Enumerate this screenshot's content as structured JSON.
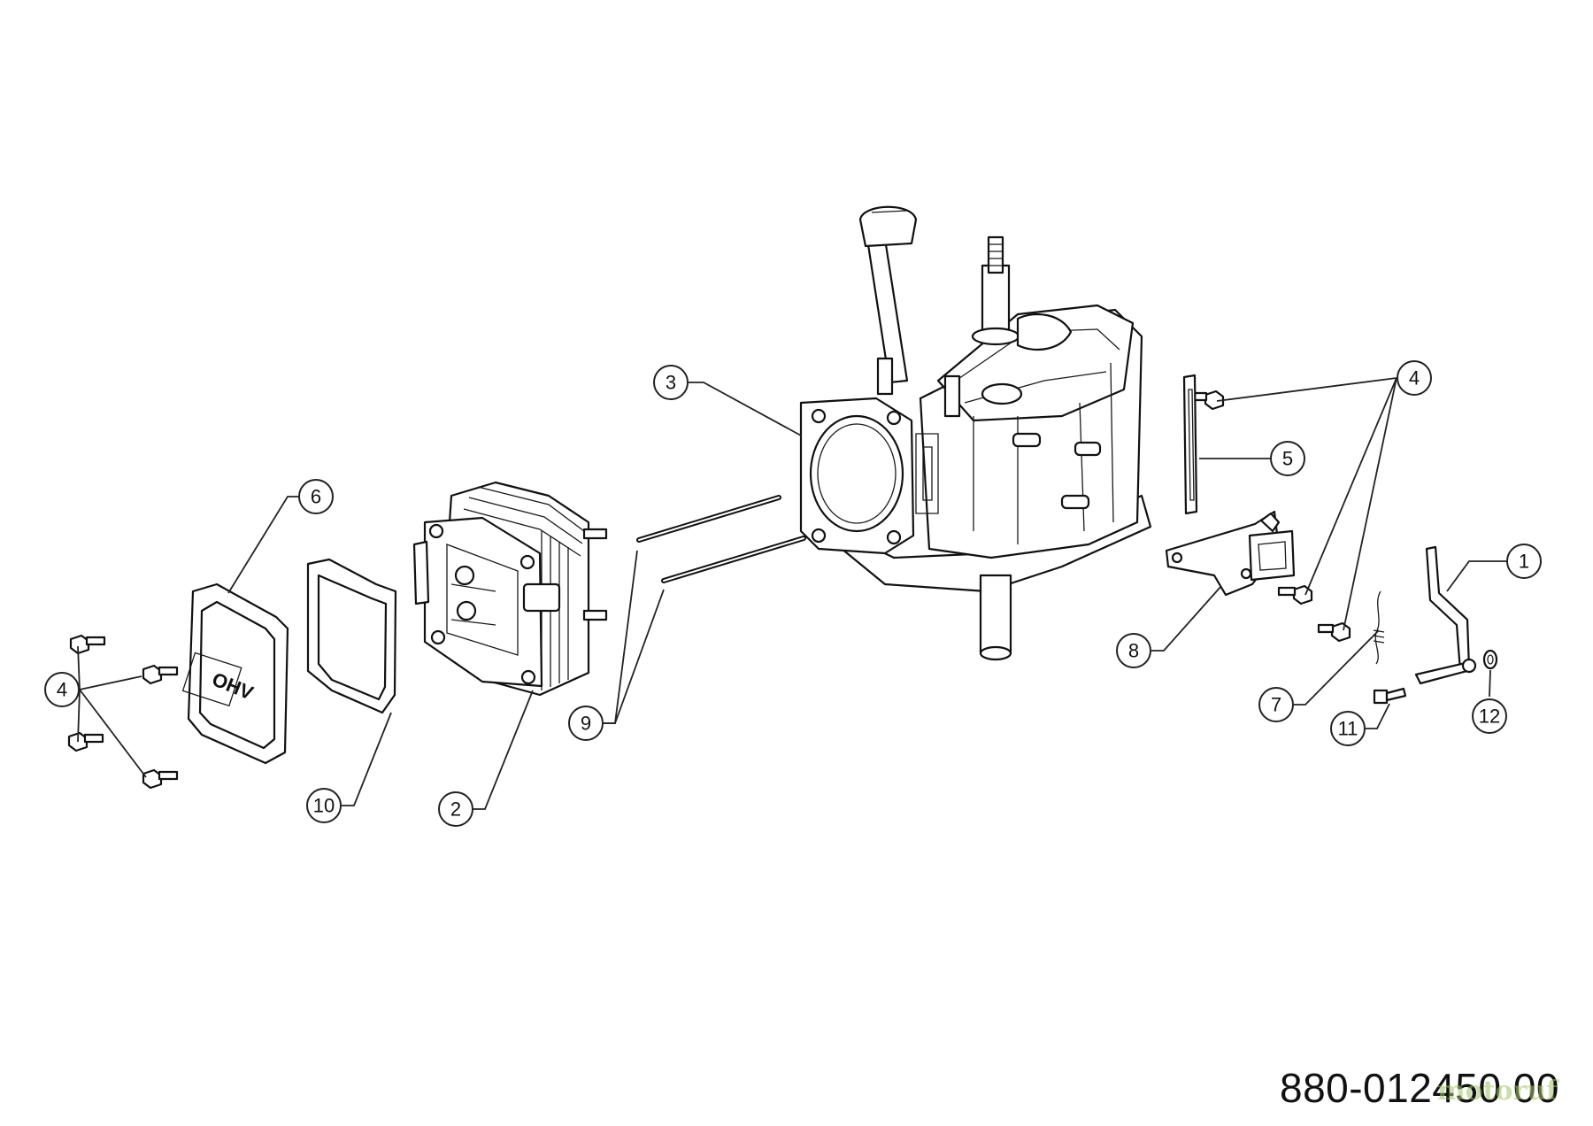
{
  "drawing_number": "880-012450 00",
  "watermark": "motoruf",
  "callouts": [
    {
      "label": "1"
    },
    {
      "label": "2"
    },
    {
      "label": "3"
    },
    {
      "label": "4"
    },
    {
      "label": "4"
    },
    {
      "label": "5"
    },
    {
      "label": "6"
    },
    {
      "label": "7"
    },
    {
      "label": "8"
    },
    {
      "label": "9"
    },
    {
      "label": "10"
    },
    {
      "label": "11"
    },
    {
      "label": "12"
    }
  ],
  "valve_cover_marking": "OHV"
}
